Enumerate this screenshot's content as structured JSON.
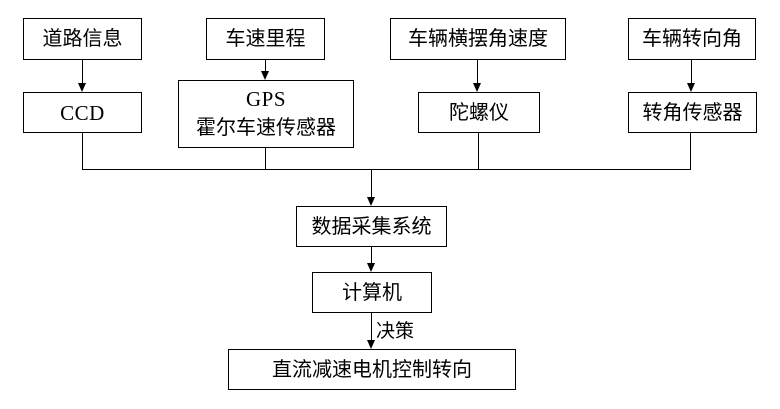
{
  "diagram": {
    "nodes": {
      "road_info": {
        "label": "道路信息"
      },
      "speed_mileage": {
        "label": "车速里程"
      },
      "yaw_rate": {
        "label": "车辆横摆角速度"
      },
      "steering_angle": {
        "label": "车辆转向角"
      },
      "ccd": {
        "label": "CCD"
      },
      "gps": {
        "lines": [
          "GPS",
          "霍尔车速传感器"
        ]
      },
      "gyroscope": {
        "label": "陀螺仪"
      },
      "angle_sensor": {
        "label": "转角传感器"
      },
      "data_acquisition": {
        "label": "数据采集系统"
      },
      "computer": {
        "label": "计算机"
      },
      "motor_control": {
        "label": "直流减速电机控制转向"
      }
    },
    "edges": {
      "decision_label": "决策"
    },
    "colors": {
      "background": "#ffffff",
      "line": "#000000",
      "text": "#000000"
    }
  }
}
